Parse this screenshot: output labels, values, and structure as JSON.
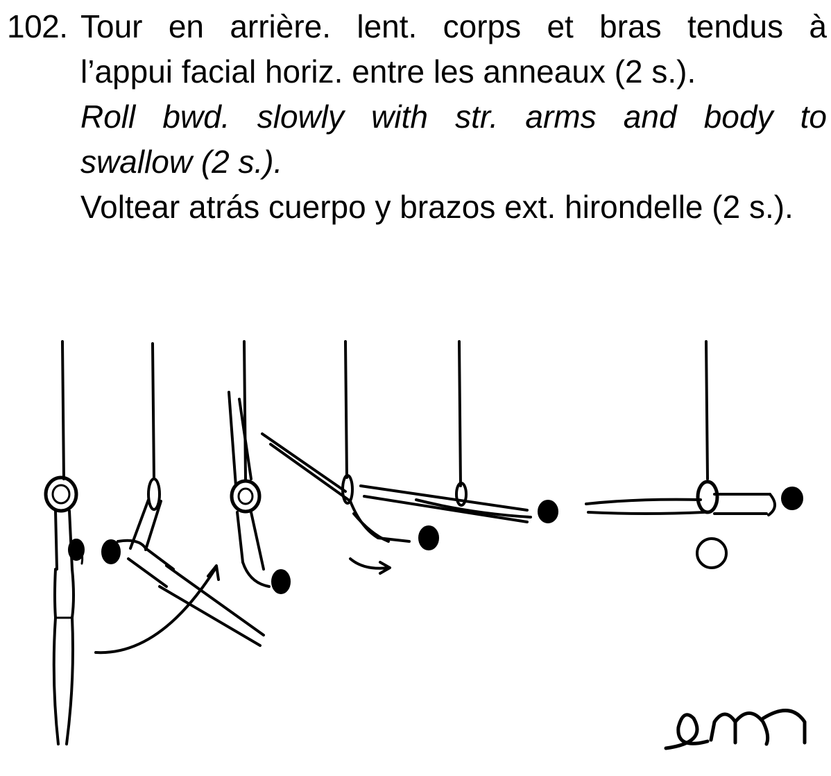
{
  "element": {
    "number": "102.",
    "french_line1": "Tour en arrière. lent. corps et bras tendus à",
    "french_line2": "l’appui facial horiz. entre les anneaux (2 s.).",
    "english_line1": "Roll bwd. slowly with str. arms and body to",
    "english_line2": "swallow (2 s.).",
    "spanish_line1": "Voltear atrás cuerpo y brazos ext. hirondelle (2 s.)."
  },
  "illustration": {
    "description_icon": "rings-backward-roll-sequence",
    "artist_signature": "em"
  }
}
